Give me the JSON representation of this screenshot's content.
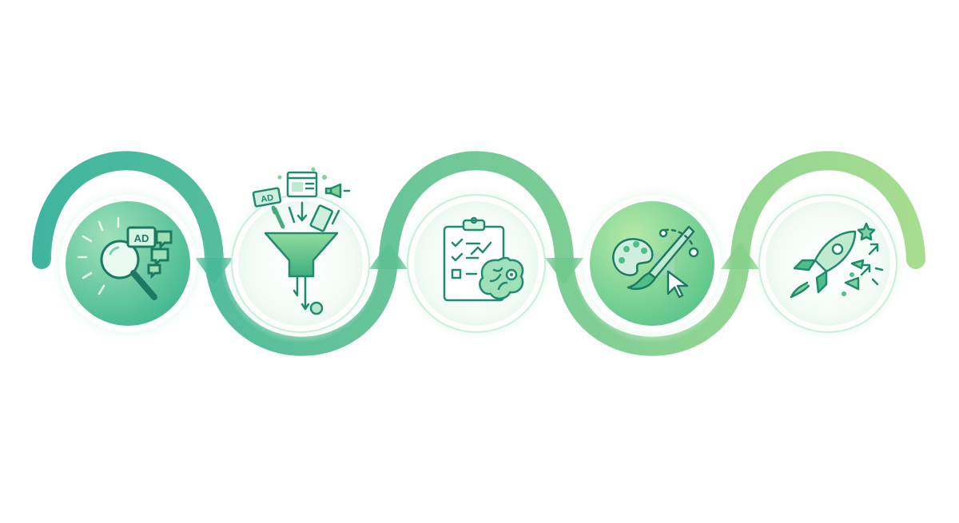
{
  "diagram": {
    "type": "process-flow",
    "step_count": 5,
    "colors": {
      "band_start": "#3fb59f",
      "band_end": "#9ad889",
      "ink": "#1f8a6e",
      "accent": "#5cc98c",
      "circle_fill_light": "#effaf3"
    },
    "steps": [
      {
        "id": "step-1",
        "icon": "magnifier-ad-research-icon",
        "badge": "AD"
      },
      {
        "id": "step-2",
        "icon": "ad-funnel-icon",
        "badge": "AD"
      },
      {
        "id": "step-3",
        "icon": "checklist-brain-icon"
      },
      {
        "id": "step-4",
        "icon": "palette-brush-cursor-icon"
      },
      {
        "id": "step-5",
        "icon": "rocket-launch-icon"
      }
    ],
    "connectors": [
      {
        "from": "step-1",
        "to": "step-2",
        "arrow": "down"
      },
      {
        "from": "step-2",
        "to": "step-3",
        "arrow": "up"
      },
      {
        "from": "step-3",
        "to": "step-4",
        "arrow": "down"
      },
      {
        "from": "step-4",
        "to": "step-5",
        "arrow": "up"
      }
    ]
  }
}
